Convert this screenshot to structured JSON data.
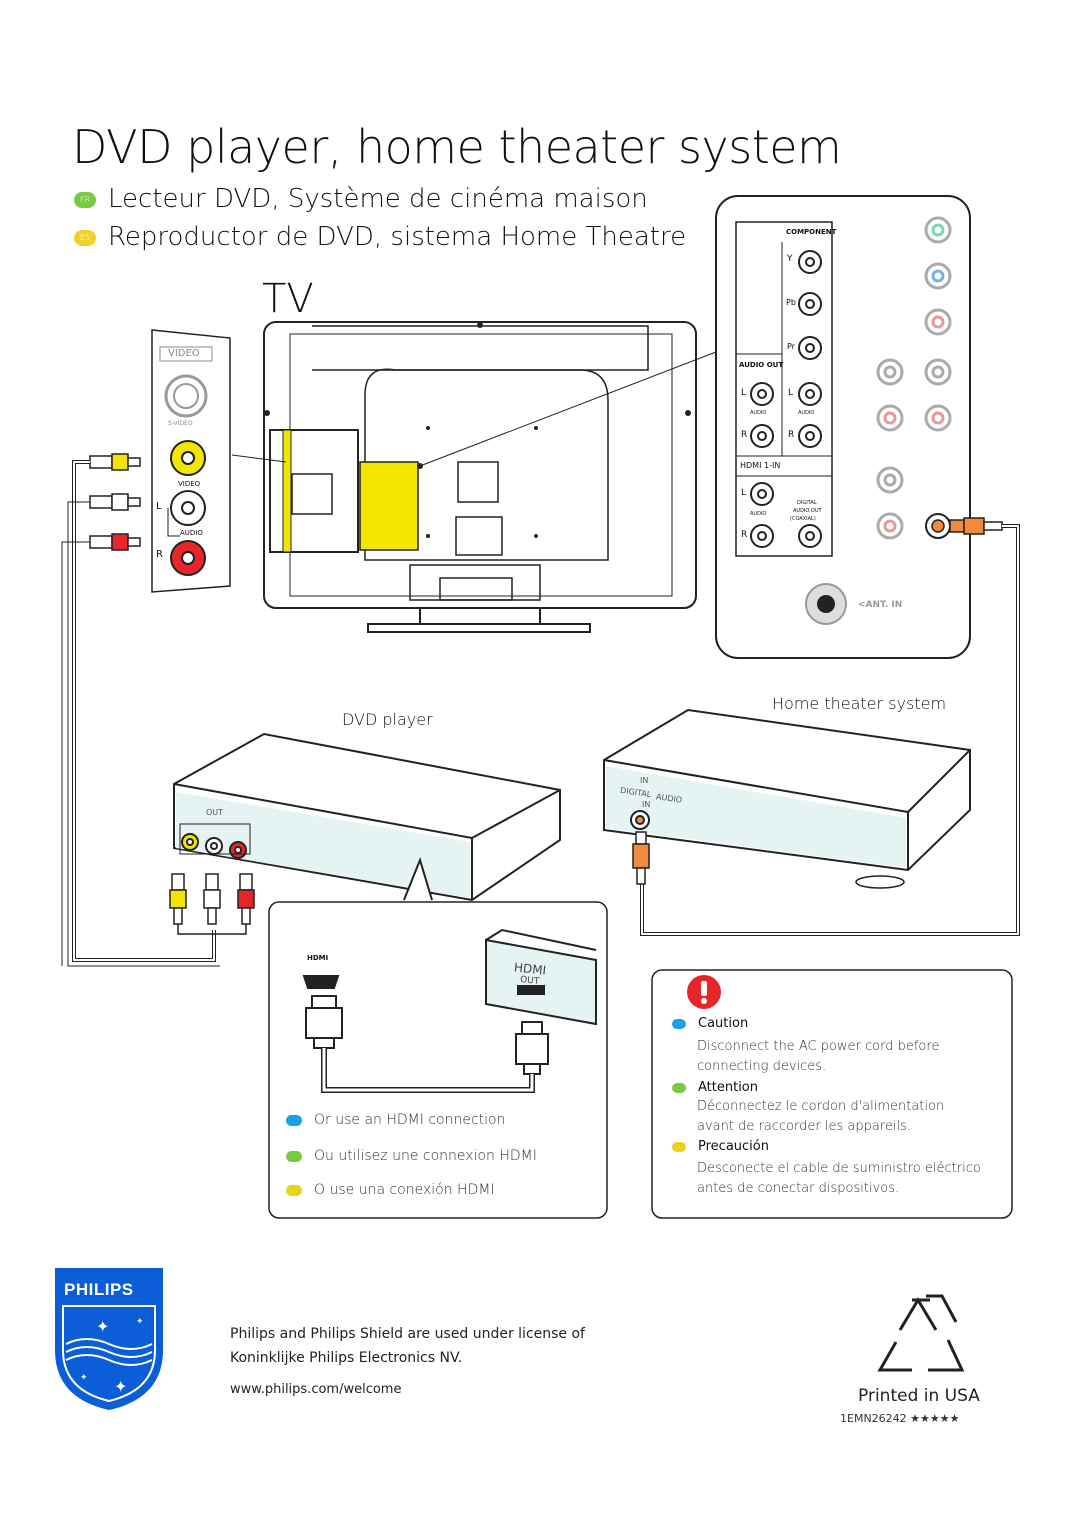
{
  "title": "DVD player, home theater system",
  "subtitles": [
    {
      "lang": "FR",
      "text": "Lecteur DVD, Système de cinéma maison",
      "color": "#7ac943"
    },
    {
      "lang": "ES",
      "text": "Reproductor de DVD, sistema Home Theatre",
      "color": "#f0d22c"
    }
  ],
  "labels": {
    "tv": "TV",
    "dvd_player": "DVD player",
    "home_theater": "Home theater system",
    "side_panel": {
      "video_header": "VIDEO",
      "svideo": "S-VIDEO",
      "video": "VIDEO",
      "l": "L",
      "audio": "AUDIO",
      "r": "R"
    },
    "back_panel": {
      "component": "COMPONENT",
      "y": "Y",
      "pb": "Pb",
      "pr": "Pr",
      "audio_out": "AUDIO OUT",
      "l": "L",
      "r": "R",
      "audio": "AUDIO",
      "hdmi_in": "HDMI 1-IN",
      "digital": "DIGITAL",
      "audio_out_small": "AUDIO OUT",
      "coaxial": "(COAXIAL)",
      "ant_in": "ANT. IN"
    },
    "dvd_out": "OUT",
    "ht_in": "IN",
    "ht_digital": "DIGITAL",
    "ht_audio": "AUDIO",
    "ht_in2": "IN",
    "hdmi_small": "HDMI",
    "hdmi_box": "HDMI",
    "hdmi_out": "OUT"
  },
  "colors": {
    "blue": "#1aa0e8",
    "green": "#7ac943",
    "yellow": "#e8d21c",
    "video_yellow": "#f2e600",
    "red_plug": "#e8262a",
    "orange_plug": "#f08a3c",
    "philips_blue": "#0b5ed7"
  },
  "hdmi_notes": [
    {
      "text": "Or use an HDMI connection",
      "color": "#1aa0e8"
    },
    {
      "text": "Ou utilisez une connexion HDMI",
      "color": "#7ac943"
    },
    {
      "text": "O use una conexión HDMI",
      "color": "#e8d21c"
    }
  ],
  "caution": {
    "icon": "exclamation-icon",
    "entries": [
      {
        "heading": "Caution",
        "body": [
          "Disconnect the AC power cord before",
          "connecting devices."
        ],
        "color": "#1aa0e8"
      },
      {
        "heading": "Attention",
        "body": [
          "Déconnectez le cordon d'alimentation",
          "avant de raccorder les appareils."
        ],
        "color": "#7ac943"
      },
      {
        "heading": "Precaución",
        "body": [
          "Desconecte el cable de suministro eléctrico",
          "antes de conectar dispositivos."
        ],
        "color": "#e8d21c"
      }
    ]
  },
  "footer": {
    "brand": "PHILIPS",
    "license_1": "Philips and Philips Shield are used under license of",
    "license_2": "Koninklijke Philips Electronics NV.",
    "url": "www.philips.com/welcome",
    "printed": "Printed in USA",
    "code": "1EMN26242 ★★★★★"
  }
}
